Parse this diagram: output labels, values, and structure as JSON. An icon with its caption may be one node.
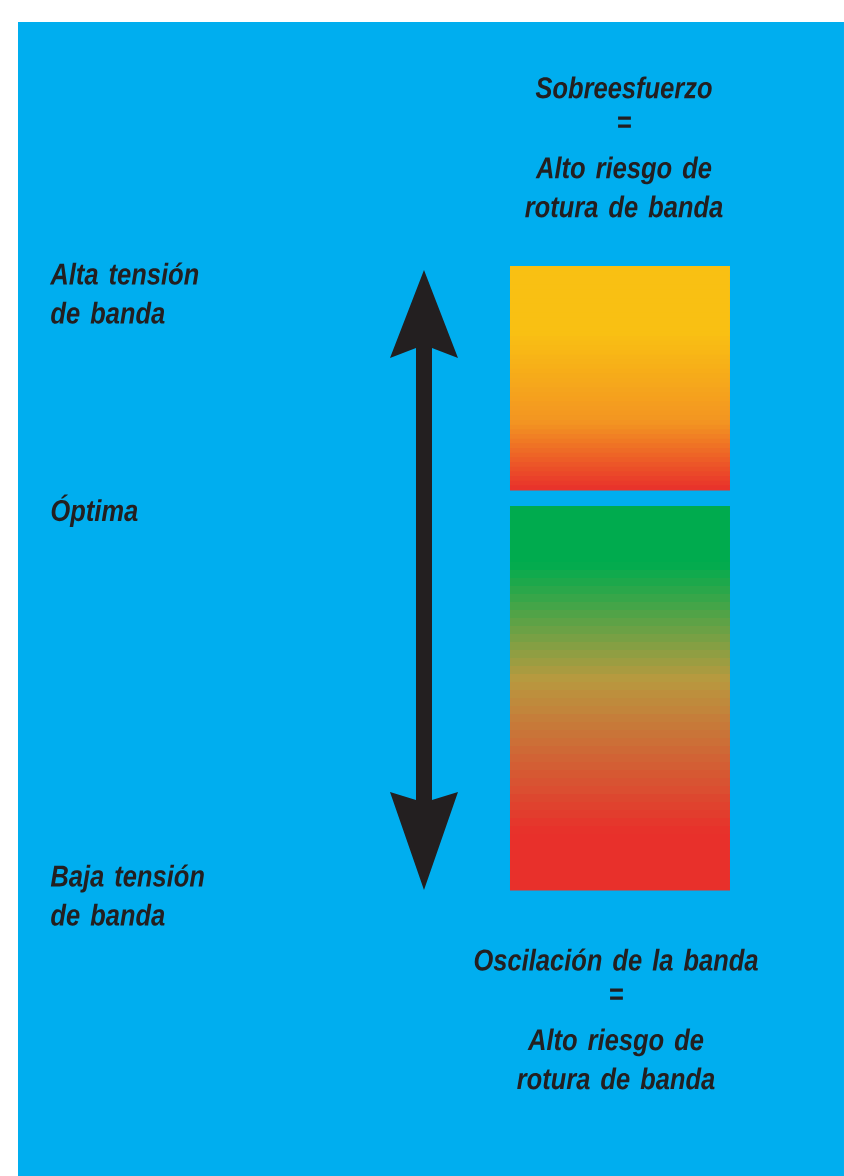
{
  "diagram": {
    "labels": [
      "Sobreesfuerzo",
      "=",
      "Alto riesgo de rotura de banda",
      "Alta tensión de banda",
      "Óptima",
      "Baja tensión de banda",
      "Oscilación de la banda",
      "=",
      "Alto riesgo de rotura de banda"
    ]
  }
}
